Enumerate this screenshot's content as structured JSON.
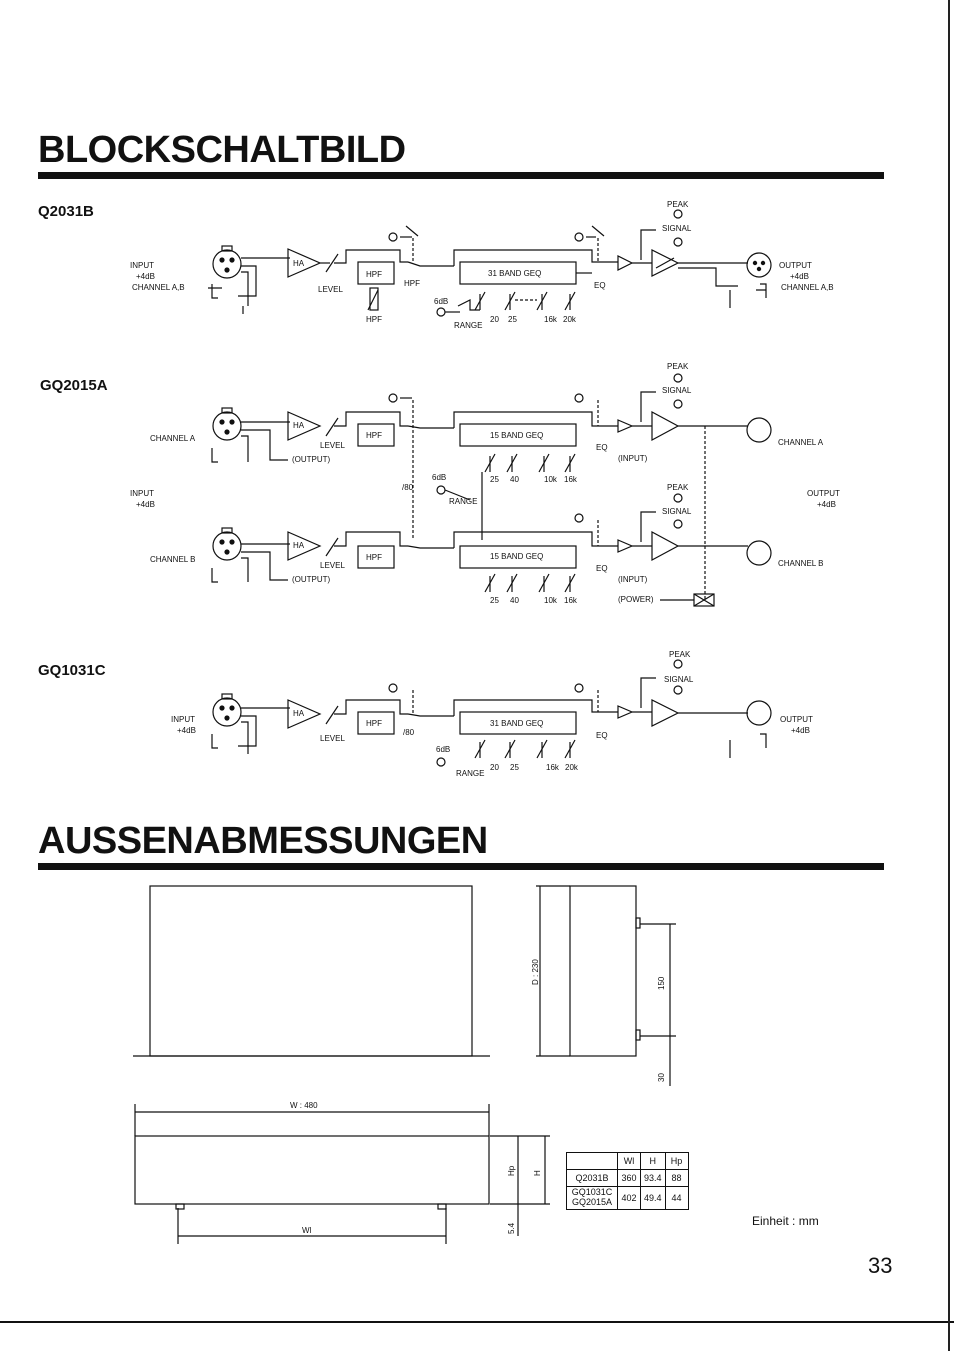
{
  "headings": {
    "block": "BLOCKSCHALTBILD",
    "dims": "AUSSENABMESSUNGEN"
  },
  "models": {
    "q2031b": "Q2031B",
    "gq2015a": "GQ2015A",
    "gq1031c": "GQ1031C"
  },
  "q2031b": {
    "input": "INPUT",
    "input_level": "+4dB",
    "channel": "CHANNEL A,B",
    "ha": "HA",
    "level": "LEVEL",
    "hpf": "HPF",
    "hpf_below": "HPF",
    "hpf_switch": "HPF",
    "geq": "31 BAND GEQ",
    "eq": "EQ",
    "range": "RANGE",
    "six_db": "6dB",
    "f1": "20",
    "f2": "25",
    "f3": "16k",
    "f4": "20k",
    "peak": "PEAK",
    "signal": "SIGNAL",
    "output": "OUTPUT",
    "output_level": "+4dB",
    "out_channel": "CHANNEL A,B"
  },
  "gq2015a": {
    "channel_a": "CHANNEL A",
    "channel_b": "CHANNEL B",
    "input": "INPUT",
    "input_level": "+4dB",
    "ha": "HA",
    "level": "LEVEL",
    "hpf": "HPF",
    "output_small": "(OUTPUT)",
    "geq": "15 BAND GEQ",
    "eq": "EQ",
    "range": "RANGE",
    "six_db": "6dB",
    "slash80": "/80",
    "f1": "25",
    "f2": "40",
    "f3": "10k",
    "f4": "16k",
    "peak": "PEAK",
    "signal": "SIGNAL",
    "input_small": "(INPUT)",
    "power": "(POWER)",
    "output": "OUTPUT",
    "output_level": "+4dB",
    "out_channel_a": "CHANNEL A",
    "out_channel_b": "CHANNEL B"
  },
  "gq1031c": {
    "input": "INPUT",
    "input_level": "+4dB",
    "ha": "HA",
    "level": "LEVEL",
    "hpf": "HPF",
    "slash80": "/80",
    "geq": "31 BAND GEQ",
    "eq": "EQ",
    "range": "RANGE",
    "six_db": "6dB",
    "f1": "20",
    "f2": "25",
    "f3": "16k",
    "f4": "20k",
    "peak": "PEAK",
    "signal": "SIGNAL",
    "output": "OUTPUT",
    "output_level": "+4dB"
  },
  "dimensions": {
    "depth": "D : 230",
    "v150": "150",
    "v30": "30",
    "width": "W : 480",
    "wl": "Wl",
    "hp": "Hp",
    "h": "H",
    "v54": "5.4",
    "unit": "Einheit : mm",
    "table": {
      "headers": [
        "",
        "Wl",
        "H",
        "Hp"
      ],
      "rows": [
        {
          "model": "Q2031B",
          "wl": "360",
          "h": "93.4",
          "hp": "88"
        },
        {
          "model": "GQ1031C GQ2015A",
          "wl": "402",
          "h": "49.4",
          "hp": "44"
        }
      ]
    }
  },
  "page_number": "33"
}
